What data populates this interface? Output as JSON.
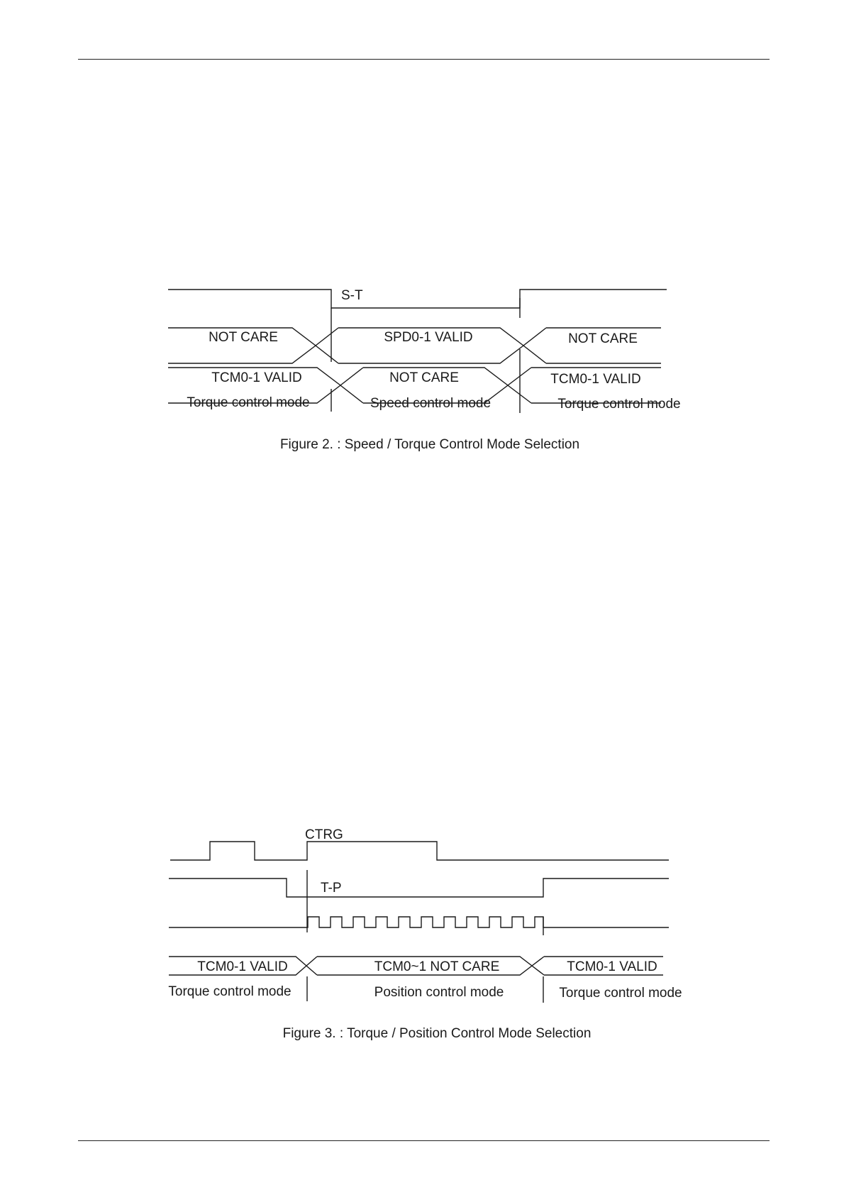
{
  "figure2": {
    "signal_label": "S-T",
    "row_spd": [
      "NOT CARE",
      "SPD0-1 VALID",
      "NOT CARE"
    ],
    "row_tcm": [
      "TCM0-1 VALID",
      "NOT CARE",
      "TCM0-1 VALID"
    ],
    "modes": [
      "Torque control mode",
      "Speed control mode",
      "Torque control mode"
    ],
    "caption": "Figure 2. : Speed / Torque Control Mode Selection"
  },
  "figure3": {
    "signal_ctrg": "CTRG",
    "signal_tp": "T-P",
    "row_tcm": [
      "TCM0-1 VALID",
      "TCM0~1 NOT CARE",
      "TCM0-1 VALID"
    ],
    "modes": [
      "Torque control mode",
      "Position control mode",
      "Torque control mode"
    ],
    "caption": "Figure 3. : Torque / Position Control Mode Selection"
  }
}
